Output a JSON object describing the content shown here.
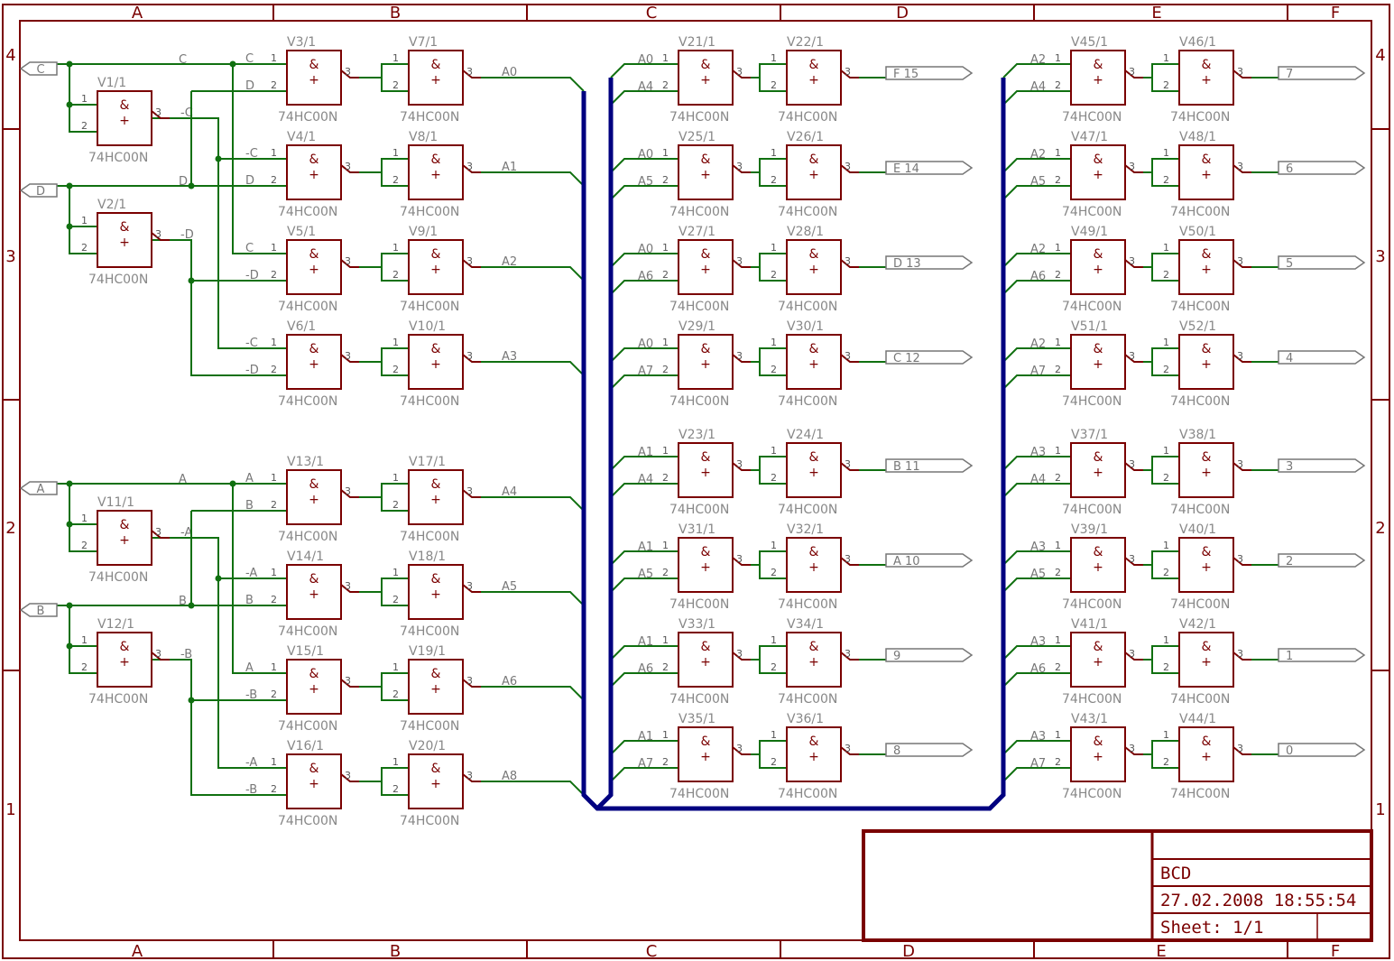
{
  "frame": {
    "columns": [
      "A",
      "B",
      "C",
      "D",
      "E",
      "F"
    ],
    "rows": [
      "4",
      "3",
      "2",
      "1"
    ]
  },
  "part_type": "74HC00N",
  "gate_glyph": "&",
  "gate_plus": "+",
  "pin_labels": {
    "in1": "1",
    "in2": "2",
    "out": "3"
  },
  "input_ports": [
    {
      "name": "C"
    },
    {
      "name": "D"
    },
    {
      "name": "A"
    },
    {
      "name": "B"
    }
  ],
  "inverters": [
    {
      "name": "V1/1",
      "in": "C",
      "out": "-C"
    },
    {
      "name": "V2/1",
      "in": "D",
      "out": "-D"
    },
    {
      "name": "V11/1",
      "in": "A",
      "out": "-A"
    },
    {
      "name": "V12/1",
      "in": "B",
      "out": "-B"
    }
  ],
  "decode_stage": [
    {
      "nand": "V3/1",
      "inv": "V7/1",
      "in1": "C",
      "in2": "D",
      "out": "A0"
    },
    {
      "nand": "V4/1",
      "inv": "V8/1",
      "in1": "-C",
      "in2": "D",
      "out": "A1"
    },
    {
      "nand": "V5/1",
      "inv": "V9/1",
      "in1": "C",
      "in2": "-D",
      "out": "A2"
    },
    {
      "nand": "V6/1",
      "inv": "V10/1",
      "in1": "-C",
      "in2": "-D",
      "out": "A3"
    },
    {
      "nand": "V13/1",
      "inv": "V17/1",
      "in1": "A",
      "in2": "B",
      "out": "A4"
    },
    {
      "nand": "V14/1",
      "inv": "V18/1",
      "in1": "-A",
      "in2": "B",
      "out": "A5"
    },
    {
      "nand": "V15/1",
      "inv": "V19/1",
      "in1": "A",
      "in2": "-B",
      "out": "A6"
    },
    {
      "nand": "V16/1",
      "inv": "V20/1",
      "in1": "-A",
      "in2": "-B",
      "out": "A8"
    }
  ],
  "output_stage_c": [
    {
      "nand": "V21/1",
      "inv": "V22/1",
      "in1": "A0",
      "in2": "A4",
      "out": "F  15"
    },
    {
      "nand": "V25/1",
      "inv": "V26/1",
      "in1": "A0",
      "in2": "A5",
      "out": "E  14"
    },
    {
      "nand": "V27/1",
      "inv": "V28/1",
      "in1": "A0",
      "in2": "A6",
      "out": "D  13"
    },
    {
      "nand": "V29/1",
      "inv": "V30/1",
      "in1": "A0",
      "in2": "A7",
      "out": "C  12"
    },
    {
      "nand": "V23/1",
      "inv": "V24/1",
      "in1": "A1",
      "in2": "A4",
      "out": "B  11"
    },
    {
      "nand": "V31/1",
      "inv": "V32/1",
      "in1": "A1",
      "in2": "A5",
      "out": "A  10"
    },
    {
      "nand": "V33/1",
      "inv": "V34/1",
      "in1": "A1",
      "in2": "A6",
      "out": "9"
    },
    {
      "nand": "V35/1",
      "inv": "V36/1",
      "in1": "A1",
      "in2": "A7",
      "out": "8"
    }
  ],
  "output_stage_e": [
    {
      "nand": "V45/1",
      "inv": "V46/1",
      "in1": "A2",
      "in2": "A4",
      "out": "7"
    },
    {
      "nand": "V47/1",
      "inv": "V48/1",
      "in1": "A2",
      "in2": "A5",
      "out": "6"
    },
    {
      "nand": "V49/1",
      "inv": "V50/1",
      "in1": "A2",
      "in2": "A6",
      "out": "5"
    },
    {
      "nand": "V51/1",
      "inv": "V52/1",
      "in1": "A2",
      "in2": "A7",
      "out": "4"
    },
    {
      "nand": "V37/1",
      "inv": "V38/1",
      "in1": "A3",
      "in2": "A4",
      "out": "3"
    },
    {
      "nand": "V39/1",
      "inv": "V40/1",
      "in1": "A3",
      "in2": "A5",
      "out": "2"
    },
    {
      "nand": "V41/1",
      "inv": "V42/1",
      "in1": "A3",
      "in2": "A6",
      "out": "1"
    },
    {
      "nand": "V43/1",
      "inv": "V44/1",
      "in1": "A3",
      "in2": "A7",
      "out": "0"
    }
  ],
  "title_block": {
    "title": "BCD",
    "date": "27.02.2008 18:55:54",
    "sheet": "Sheet: 1/1"
  },
  "colors": {
    "frame": "#7a0000",
    "wire": "#107010",
    "bus": "#000080",
    "label": "#777777"
  }
}
